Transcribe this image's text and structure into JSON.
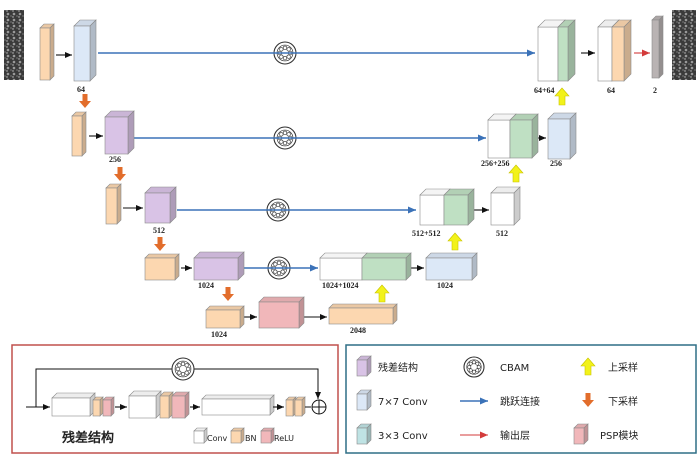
{
  "colors": {
    "purple": "#d9c3e6",
    "blue": "#dce8f7",
    "green": "#bfe0c3",
    "white": "#ffffff",
    "orange": "#fcd7b0",
    "red": "#f1b7ba",
    "gray": "#b9b3b3",
    "skip_arrow": "#3b72b8",
    "down_arrow": "#e26d2b",
    "up_arrow": "#f2f21a",
    "output_arrow": "#d33b3b",
    "residual_frame": "#c0504d",
    "legend_frame": "#2f6f86"
  },
  "dims": {
    "enc_64": "64",
    "enc_256": "256",
    "enc_512": "512",
    "enc_1024": "1024",
    "psp_1024": "1024",
    "psp_2048": "2048",
    "dec_1024_concat": "1024+1024",
    "dec_1024": "1024",
    "dec_512_concat": "512+512",
    "dec_512": "512",
    "dec_256_concat": "256+256",
    "dec_256": "256",
    "dec_64_concat": "64+64",
    "dec_64": "64",
    "output": "2"
  },
  "attention_label": "CBAM",
  "residual_panel": {
    "title": "残差结构",
    "legend": {
      "conv": "Conv",
      "bn": "BN",
      "relu": "ReLU"
    }
  },
  "legend": {
    "residual": "残差结构",
    "conv7": "7×7 Conv",
    "conv3": "3×3 Conv",
    "cbam": "CBAM",
    "skip": "跳跃连接",
    "output": "输出层",
    "upsample": "上采样",
    "downsample": "下采样",
    "psp": "PSP模块"
  }
}
